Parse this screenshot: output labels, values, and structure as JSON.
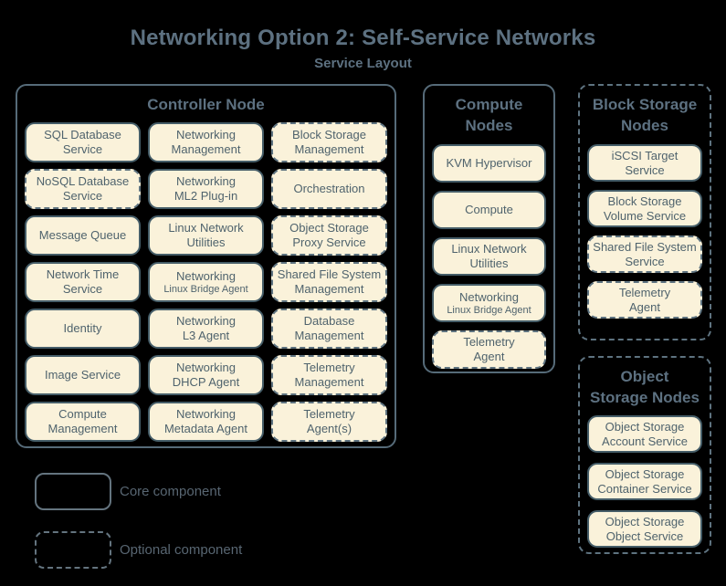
{
  "title": "Networking Option 2: Self-Service Networks",
  "subtitle": "Service Layout",
  "colors": {
    "background": "#000000",
    "box_fill": "#faf2da",
    "core_border": "#455d68",
    "optional_border": "#5e7380",
    "container_border": "#566b79",
    "heading_text": "#5d7181",
    "box_text": "#4f636d"
  },
  "legend": {
    "core_label": "Core component",
    "optional_label": "Optional component"
  },
  "controller": {
    "title": "Controller Node",
    "services": [
      {
        "l1": "SQL Database",
        "l2": "Service",
        "type": "core"
      },
      {
        "l1": "Networking",
        "l2": "Management",
        "type": "core"
      },
      {
        "l1": "Block Storage",
        "l2": "Management",
        "type": "optional"
      },
      {
        "l1": "NoSQL Database",
        "l2": "Service",
        "type": "optional"
      },
      {
        "l1": "Networking",
        "l2": "ML2 Plug-in",
        "type": "core"
      },
      {
        "l1": "Orchestration",
        "type": "optional"
      },
      {
        "l1": "Message Queue",
        "type": "core"
      },
      {
        "l1": "Linux Network",
        "l2": "Utilities",
        "type": "core"
      },
      {
        "l1": "Object Storage",
        "l2": "Proxy Service",
        "type": "optional"
      },
      {
        "l1": "Network Time",
        "l2": "Service",
        "type": "core"
      },
      {
        "l1": "Networking",
        "sub": "Linux Bridge Agent",
        "type": "core"
      },
      {
        "l1": "Shared File System",
        "l2": "Management",
        "type": "optional"
      },
      {
        "l1": "Identity",
        "type": "core"
      },
      {
        "l1": "Networking",
        "l2": "L3 Agent",
        "type": "core"
      },
      {
        "l1": "Database",
        "l2": "Management",
        "type": "optional"
      },
      {
        "l1": "Image Service",
        "type": "core"
      },
      {
        "l1": "Networking",
        "l2": "DHCP Agent",
        "type": "core"
      },
      {
        "l1": "Telemetry",
        "l2": "Management",
        "type": "optional"
      },
      {
        "l1": "Compute",
        "l2": "Management",
        "type": "core"
      },
      {
        "l1": "Networking",
        "l2": "Metadata Agent",
        "type": "core"
      },
      {
        "l1": "Telemetry",
        "l2": "Agent(s)",
        "type": "optional"
      }
    ]
  },
  "compute": {
    "title_line1": "Compute",
    "title_line2": "Nodes",
    "services": [
      {
        "l1": "KVM Hypervisor",
        "type": "core"
      },
      {
        "l1": "Compute",
        "type": "core"
      },
      {
        "l1": "Linux Network",
        "l2": "Utilities",
        "type": "core"
      },
      {
        "l1": "Networking",
        "sub": "Linux Bridge Agent",
        "type": "core"
      },
      {
        "l1": "Telemetry",
        "l2": "Agent",
        "type": "optional"
      }
    ]
  },
  "block_storage": {
    "title_line1": "Block Storage",
    "title_line2": "Nodes",
    "services": [
      {
        "l1": "iSCSI Target",
        "l2": "Service",
        "type": "core"
      },
      {
        "l1": "Block Storage",
        "l2": "Volume Service",
        "type": "core"
      },
      {
        "l1": "Shared File System",
        "l2": "Service",
        "type": "optional"
      },
      {
        "l1": "Telemetry",
        "l2": "Agent",
        "type": "optional"
      }
    ]
  },
  "object_storage": {
    "title_line1": "Object",
    "title_line2": "Storage Nodes",
    "services": [
      {
        "l1": "Object Storage",
        "l2": "Account Service",
        "type": "core"
      },
      {
        "l1": "Object Storage",
        "l2": "Container Service",
        "type": "core"
      },
      {
        "l1": "Object Storage",
        "l2": "Object Service",
        "type": "core"
      }
    ]
  }
}
